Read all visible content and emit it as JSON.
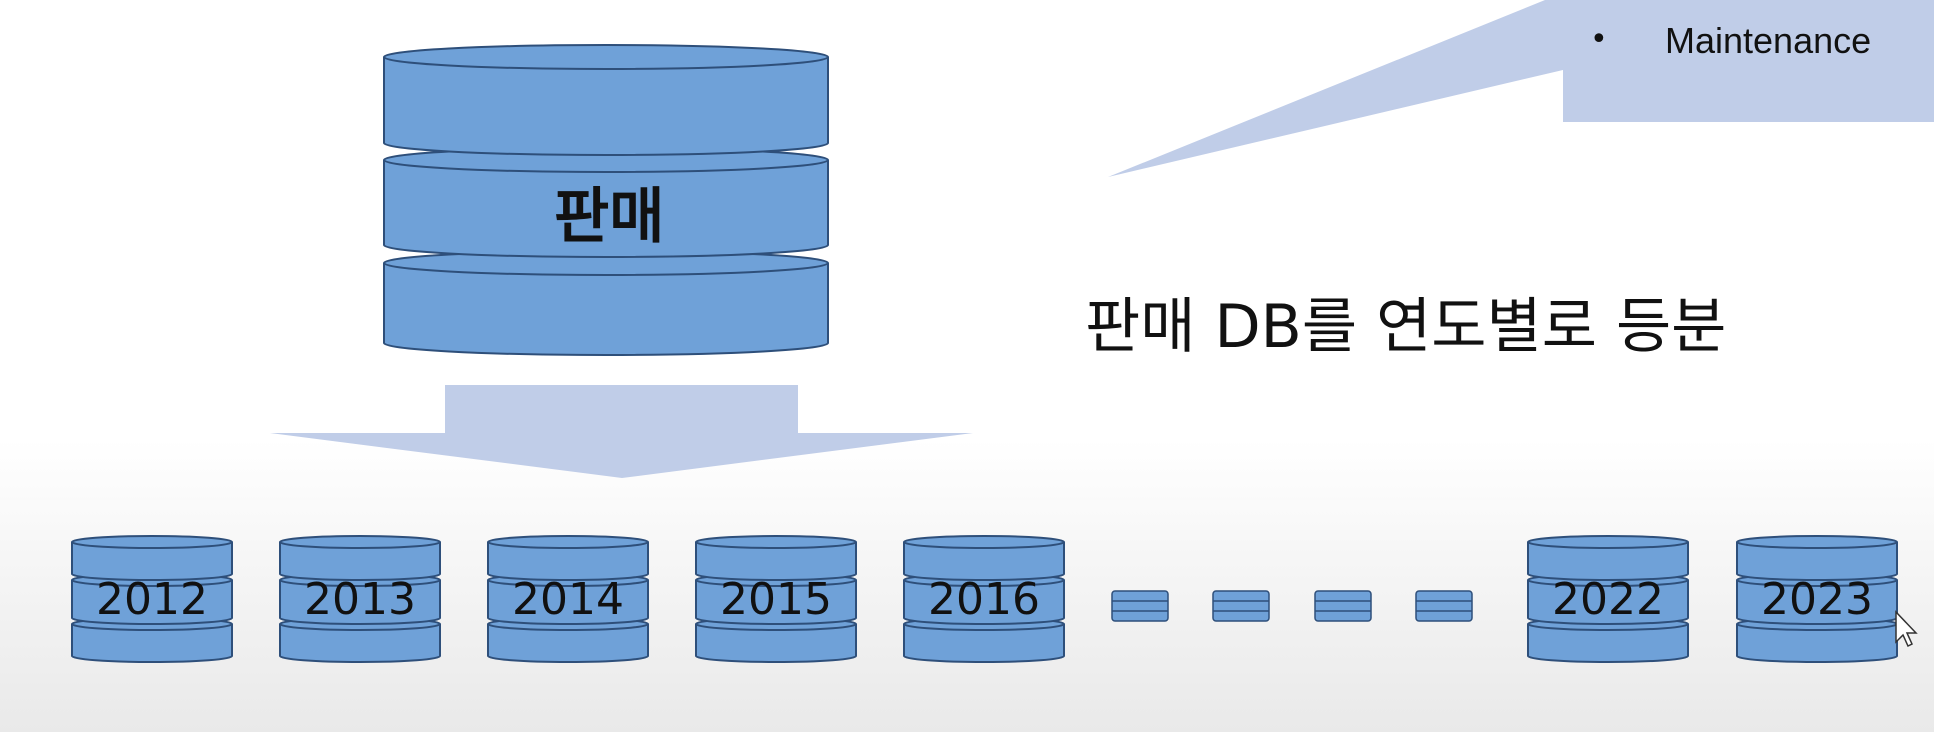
{
  "main_db": {
    "label": "판매"
  },
  "heading": {
    "text": "판매 DB를 연도별로 등분"
  },
  "callout": {
    "bullet": "•",
    "text": "Maintenance"
  },
  "year_dbs": [
    {
      "label": "2012"
    },
    {
      "label": "2013"
    },
    {
      "label": "2014"
    },
    {
      "label": "2015"
    },
    {
      "label": "2016"
    },
    {
      "label": "2022"
    },
    {
      "label": "2023"
    }
  ],
  "colors": {
    "db_fill": "#6fa1d8",
    "db_stroke": "#2e4f7a",
    "arrow_fill": "#c0cde8"
  }
}
